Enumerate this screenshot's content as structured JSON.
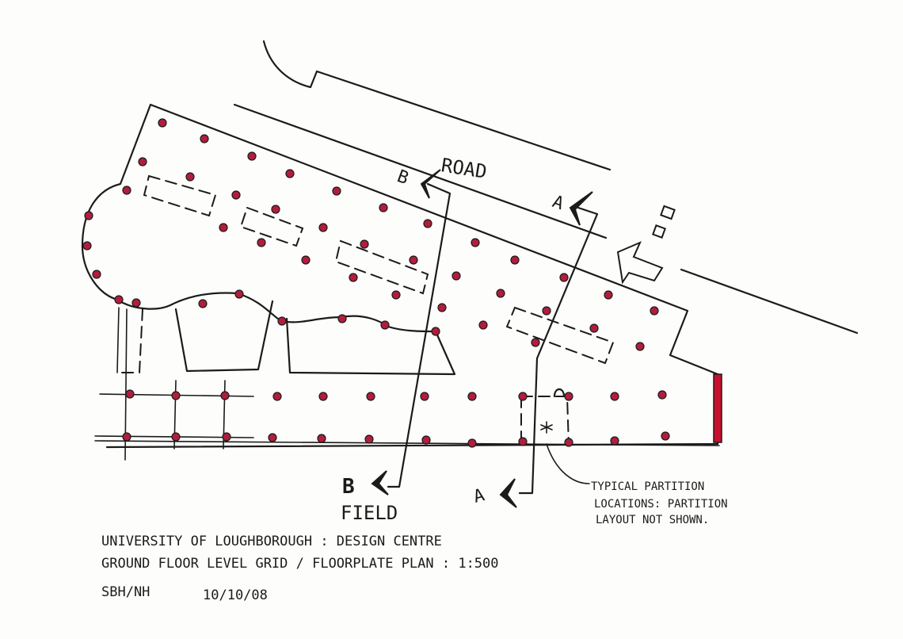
{
  "road_label": "ROAD",
  "field_label": "FIELD",
  "section_a_label": "A",
  "section_b_label": "B",
  "partition_note_lines": [
    "TYPICAL PARTITION",
    "LOCATIONS: PARTITION",
    "LAYOUT NOT SHOWN."
  ],
  "title_block": {
    "line1": "UNIVERSITY OF LOUGHBOROUGH : DESIGN CENTRE",
    "line2": "GROUND FLOOR LEVEL GRID / FLOORPLATE PLAN : 1:500",
    "line3": "SBH/NH",
    "date": "10/10/08"
  },
  "colors": {
    "ink": "#1b1b1b",
    "column_red": "#b01e3c",
    "wall_red": "#c8102e",
    "paper": "#fdfdfb"
  },
  "icons": [
    "north-arrow-icon",
    "section-arrow-icon"
  ]
}
